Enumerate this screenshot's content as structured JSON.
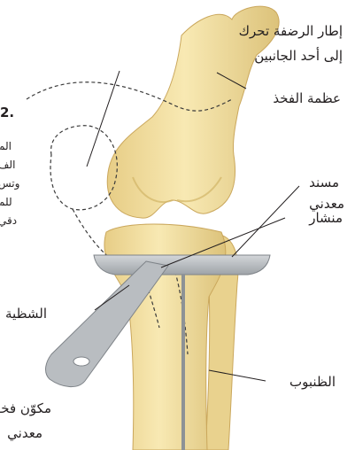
{
  "labels": {
    "patella_frame_line1": "إطار الرضفة تحرك",
    "patella_frame_line2": "إلى أحد الجانبين",
    "femur": "عظمة الفخذ",
    "metal_support_line1": "مسند",
    "metal_support_line2": "معدني",
    "saw": "منشار",
    "bone_chip": "الشظية",
    "tibia": "الظنبوب",
    "femoral_component_line1": "مكوّن فخذ",
    "femoral_component_line2": "معدني"
  },
  "step": {
    "number": "2.",
    "text_lines": [
      "الم",
      "الف",
      "وتس",
      "للم",
      "دقي"
    ]
  },
  "colors": {
    "bone": "#f4e2a3",
    "bone_shadow": "#d9bd72",
    "metal": "#b9bdc1",
    "metal_dark": "#8d9296",
    "text": "#231f20"
  }
}
